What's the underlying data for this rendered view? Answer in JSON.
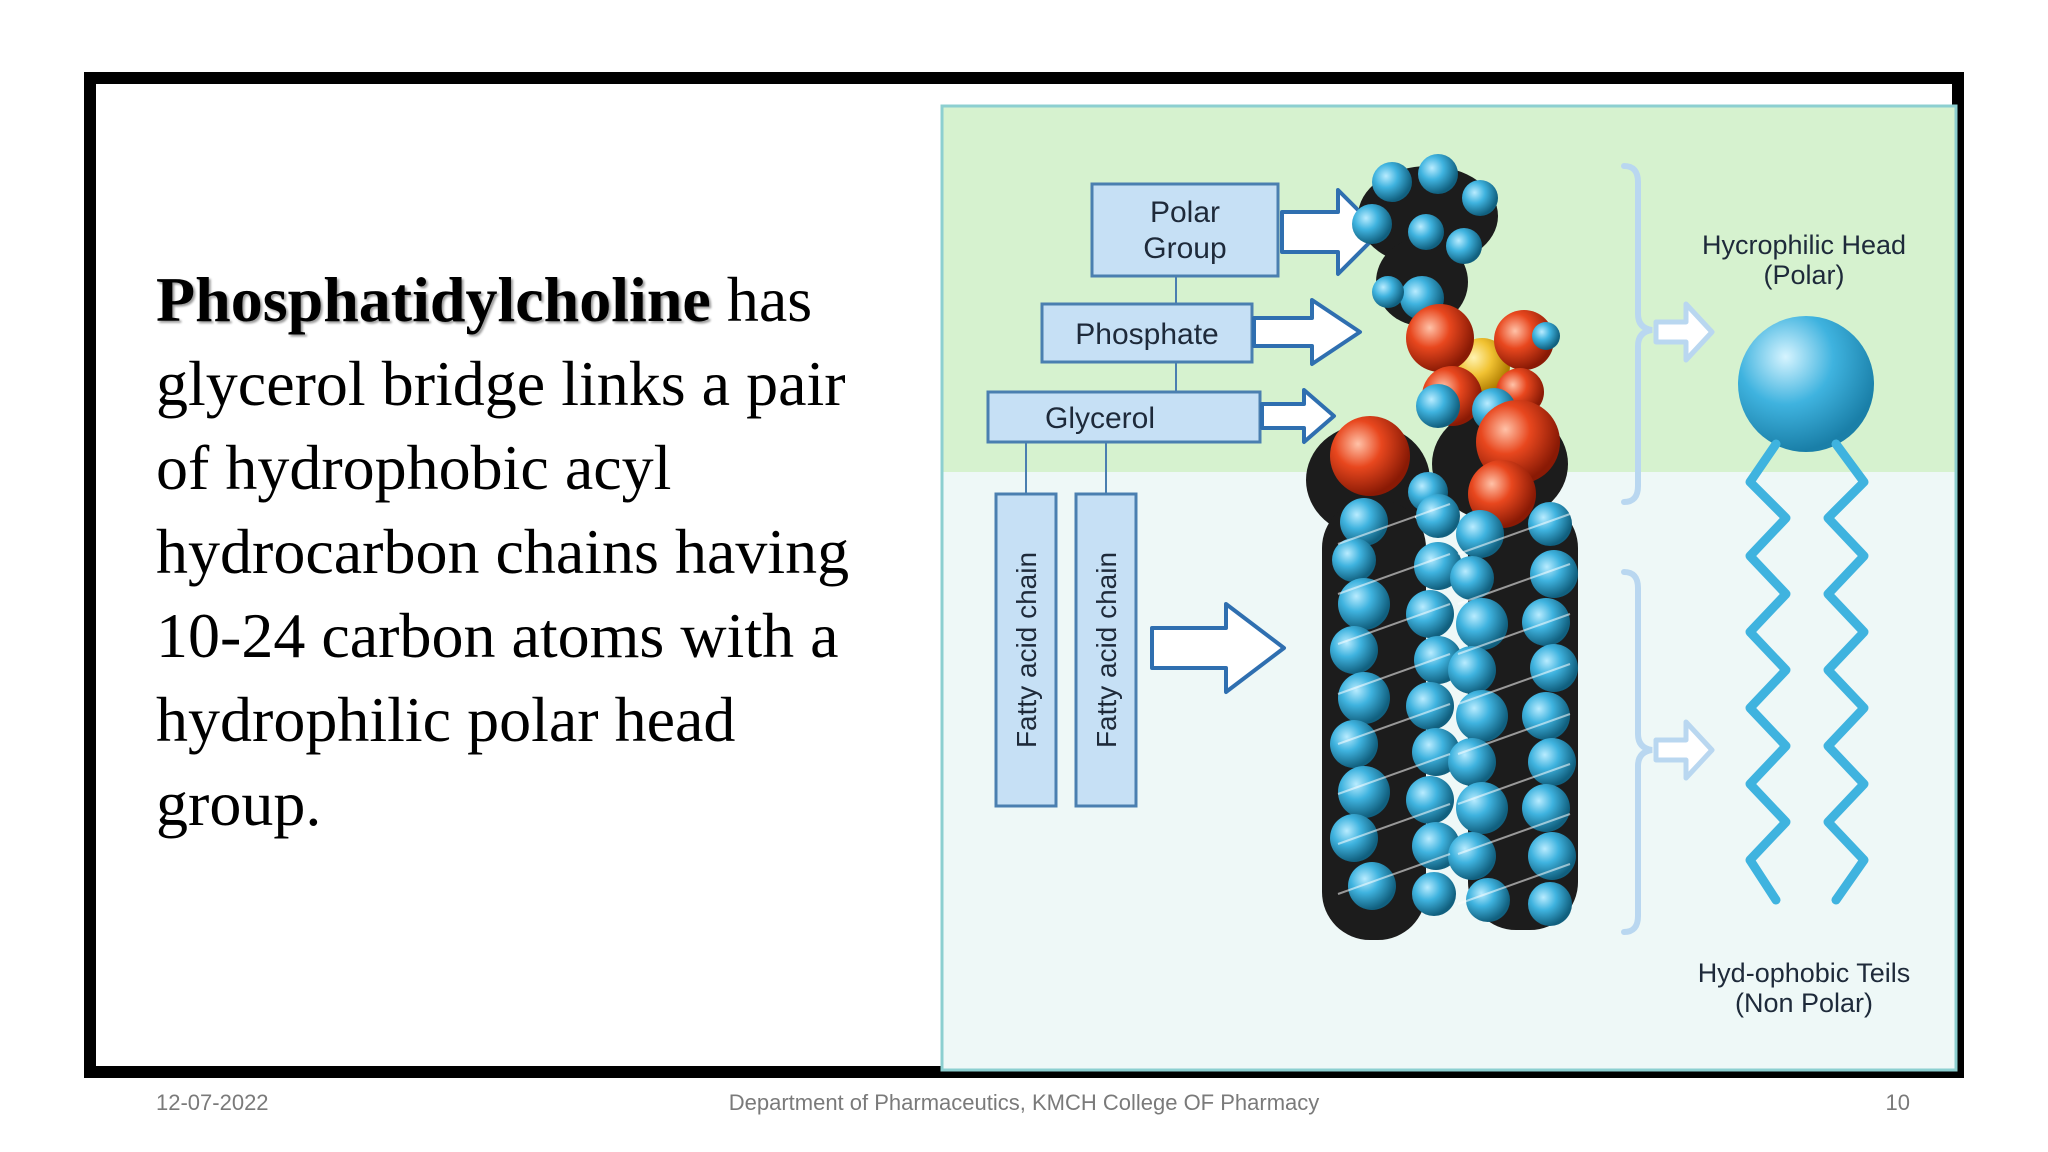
{
  "slide": {
    "body": {
      "term": "Phosphatidylcholine",
      "rest": " has glycerol bridge links a pair of hydrophobic acyl hydrocarbon chains having 10-24 carbon atoms with a hydrophilic polar head group."
    },
    "figure": {
      "labels": {
        "polar_line1": "Polar",
        "polar_line2": "Group",
        "phosphate": "Phosphate",
        "glycerol": "Glycerol",
        "fatty1": "Fatty acid chain",
        "fatty2": "Fatty acid chain",
        "head_line1": "Hycrophilic Head",
        "head_line2": "(Polar)",
        "tail_line1": "Hyd-ophobic Teils",
        "tail_line2": "(Non Polar)"
      },
      "colors": {
        "upper_bg": "#d6f2cf",
        "lower_bg": "#eef8f7",
        "label_box": "#c6e0f5",
        "arrow_stroke": "#2f6fb0",
        "atom_blue": "#3fb3df",
        "atom_red": "#e8471e",
        "atom_dark": "#1c1c1c",
        "phosphorus": "#f1c232"
      }
    }
  },
  "footer": {
    "date": "12-07-2022",
    "department": "Department of Pharmaceutics, KMCH College OF Pharmacy",
    "page": "10"
  }
}
